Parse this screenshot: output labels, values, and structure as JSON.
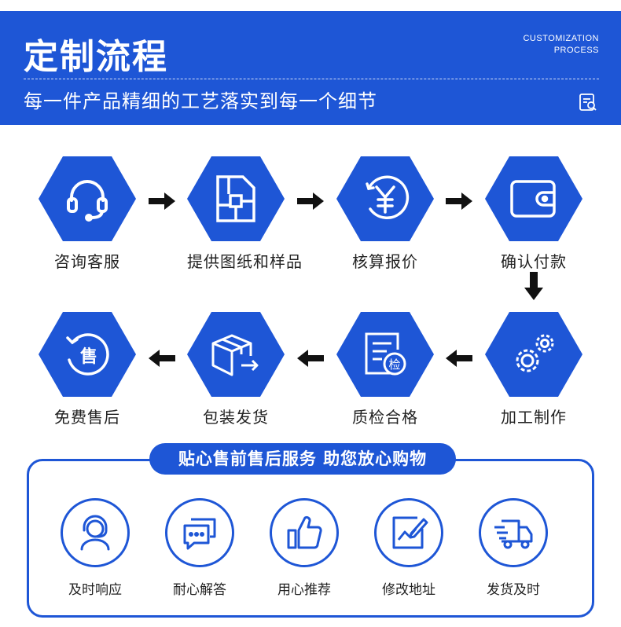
{
  "header": {
    "title": "定制流程",
    "en_line1": "CUSTOMIZATION",
    "en_line2": "PROCESS",
    "subtitle": "每一件产品精细的工艺落实到每一个细节"
  },
  "steps": [
    {
      "label": "咨询客服",
      "icon": "headset-icon"
    },
    {
      "label": "提供图纸和样品",
      "icon": "blueprint-icon"
    },
    {
      "label": "核算报价",
      "icon": "yuan-icon"
    },
    {
      "label": "确认付款",
      "icon": "wallet-icon"
    },
    {
      "label": "加工制作",
      "icon": "gears-icon"
    },
    {
      "label": "质检合格",
      "icon": "inspection-icon"
    },
    {
      "label": "包装发货",
      "icon": "package-icon"
    },
    {
      "label": "免费售后",
      "icon": "after-sale-icon"
    }
  ],
  "sale_badge": "售",
  "inspect_badge": "检",
  "services": {
    "title": "贴心售前售后服务 助您放心购物",
    "items": [
      {
        "label": "及时响应",
        "icon": "agent-icon"
      },
      {
        "label": "耐心解答",
        "icon": "chat-icon"
      },
      {
        "label": "用心推荐",
        "icon": "thumbs-up-icon"
      },
      {
        "label": "修改地址",
        "icon": "edit-icon"
      },
      {
        "label": "发货及时",
        "icon": "truck-icon"
      }
    ]
  },
  "colors": {
    "brand": "#1e56d6",
    "text": "#222222"
  }
}
